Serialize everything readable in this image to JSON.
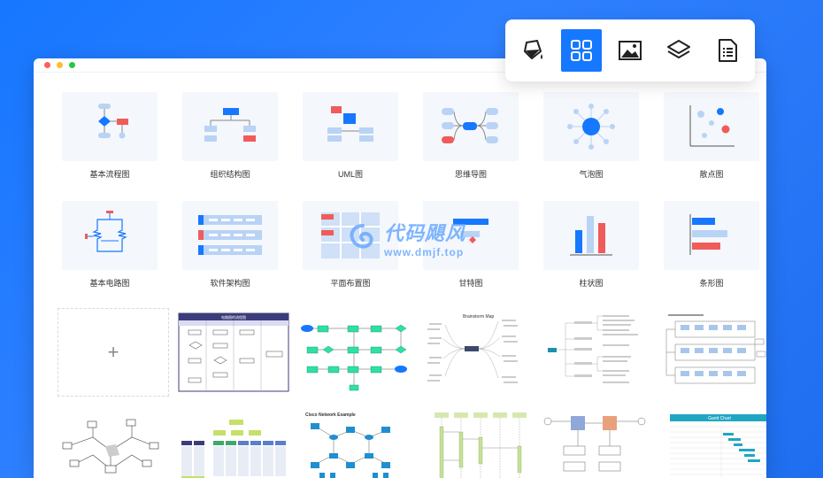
{
  "toolbar": {
    "buttons": [
      {
        "name": "fill-bucket-icon",
        "active": false
      },
      {
        "name": "template-grid-icon",
        "active": true
      },
      {
        "name": "image-icon",
        "active": false
      },
      {
        "name": "layers-icon",
        "active": false
      },
      {
        "name": "document-list-icon",
        "active": false
      }
    ]
  },
  "categories": {
    "row1": [
      "基本流程图",
      "组织结构图",
      "UML图",
      "思维导图",
      "气泡图",
      "散点图"
    ],
    "row2": [
      "基本电路图",
      "软件架构图",
      "平面布置图",
      "甘特图",
      "柱状图",
      "条形图"
    ]
  },
  "templates": {
    "blank_label": "+",
    "cross_func_title": "电路图的流程图",
    "brainstorm_title": "Brainstorm Map",
    "cisco_title": "Cisco Network Example",
    "gantt_title": "Gantt Chart"
  },
  "watermark": {
    "line1": "代码飓风",
    "line2": "www.dmjf.top"
  },
  "colors": {
    "accent": "#1677ff",
    "light_blue": "#b9d3f5",
    "red": "#f05b5b",
    "thumb_bg": "#f4f7fc"
  }
}
